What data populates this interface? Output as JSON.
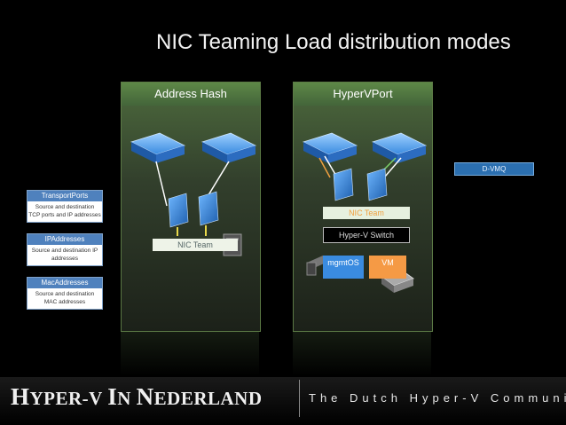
{
  "title": "NIC Teaming Load distribution modes",
  "panels": {
    "address_hash": {
      "label": "Address Hash",
      "team_label": "NIC Team"
    },
    "hypervport": {
      "label": "HyperVPort",
      "team_label": "NIC Team",
      "switch_label": "Hyper-V Switch",
      "mgmt_label": "mgmtOS",
      "vm_label": "VM"
    }
  },
  "dvmq_label": "D-VMQ",
  "legend": [
    {
      "head": "TransportPorts",
      "line1": "Source and destination",
      "line2": "TCP ports and IP addresses"
    },
    {
      "head": "IPAddresses",
      "line1": "Source and destination IP",
      "line2": "addresses"
    },
    {
      "head": "MacAddresses",
      "line1": "Source and destination",
      "line2": "MAC addresses"
    }
  ],
  "footer": {
    "logo_big1": "H",
    "logo_small1": "YPER-V ",
    "logo_big2": "I",
    "logo_small2": "N ",
    "logo_big3": "N",
    "logo_small3": "EDERLAND",
    "tagline": "The Dutch Hyper-V Community"
  },
  "colors": {
    "background": "#000000",
    "panel_green": "#4d6a3d",
    "switch_blue": "#2f7bd1",
    "vm_orange": "#f59a45",
    "legend_blue": "#4f81bd"
  }
}
